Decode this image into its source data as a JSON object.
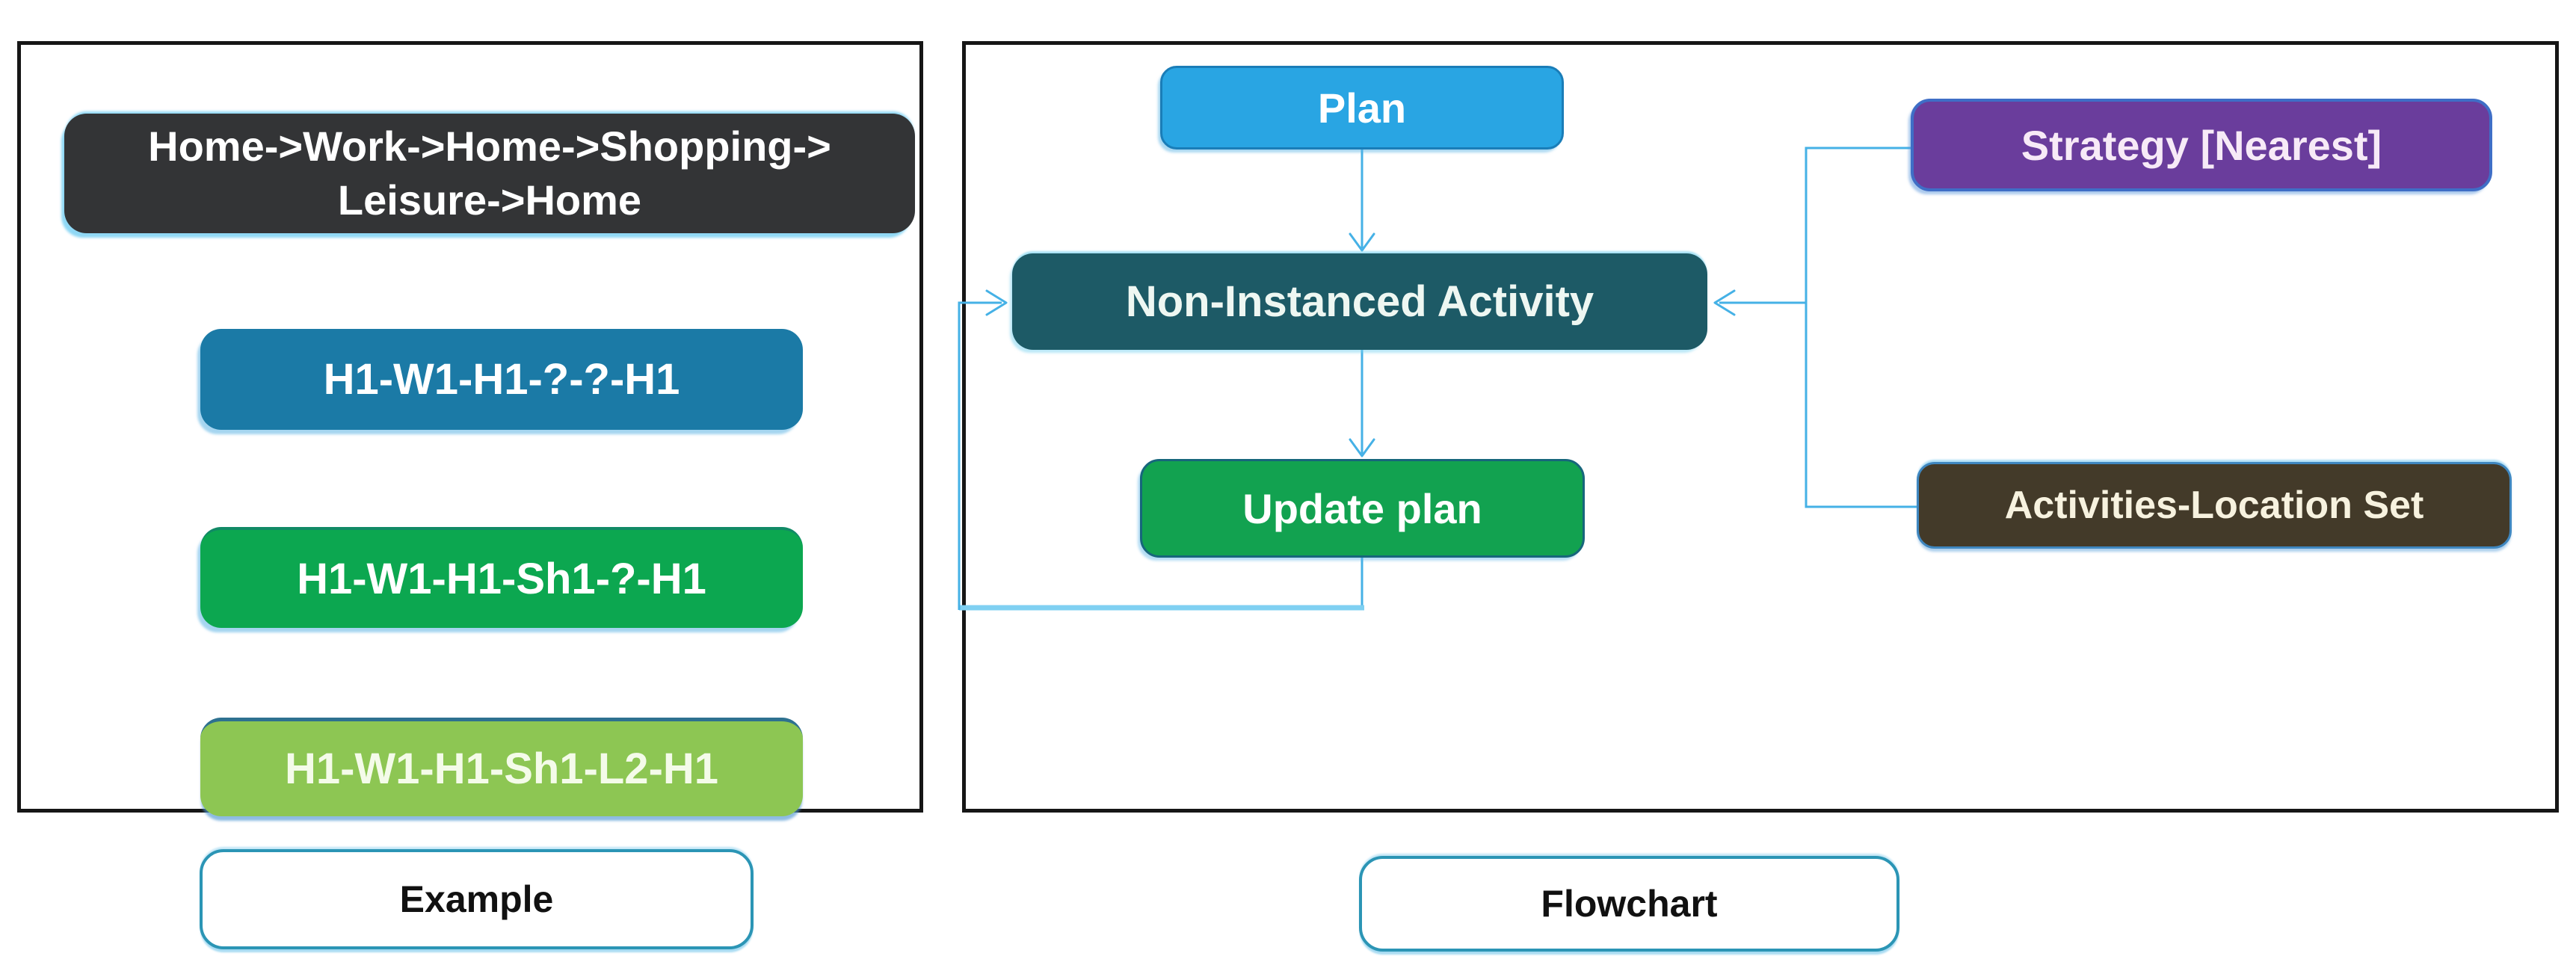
{
  "figure": {
    "type": "two-panel diagram",
    "connector_color": "#45b1e6"
  },
  "panels": {
    "example": {
      "caption": "Example",
      "sequence_box": {
        "line1": "Home->Work->Home->Shopping->",
        "line2": "Leisure->Home",
        "color": "#333436"
      },
      "patterns": [
        {
          "label": "H1-W1-H1-?-?-H1",
          "color": "#1b7aa6"
        },
        {
          "label": "H1-W1-H1-Sh1-?-H1",
          "color": "#0ca750"
        },
        {
          "label": "H1-W1-H1-Sh1-L2-H1",
          "color": "#8dc653"
        }
      ]
    },
    "flowchart": {
      "caption": "Flowchart",
      "nodes": {
        "plan": {
          "label": "Plan",
          "color": "#29a5e3"
        },
        "activity": {
          "label": "Non-Instanced Activity",
          "color": "#1d5a66"
        },
        "update": {
          "label": "Update plan",
          "color": "#12a250"
        },
        "strategy": {
          "label": "Strategy [Nearest]",
          "color": "#6a3d9c"
        },
        "locset": {
          "label": "Activities-Location Set",
          "color": "#433a29"
        }
      },
      "edges": [
        {
          "from": "Plan",
          "to": "Non-Instanced Activity"
        },
        {
          "from": "Non-Instanced Activity",
          "to": "Update plan"
        },
        {
          "from": "Update plan",
          "to": "Non-Instanced Activity"
        },
        {
          "from": "Strategy [Nearest]",
          "to": "Non-Instanced Activity"
        },
        {
          "from": "Activities-Location Set",
          "to": "Non-Instanced Activity"
        }
      ]
    }
  }
}
